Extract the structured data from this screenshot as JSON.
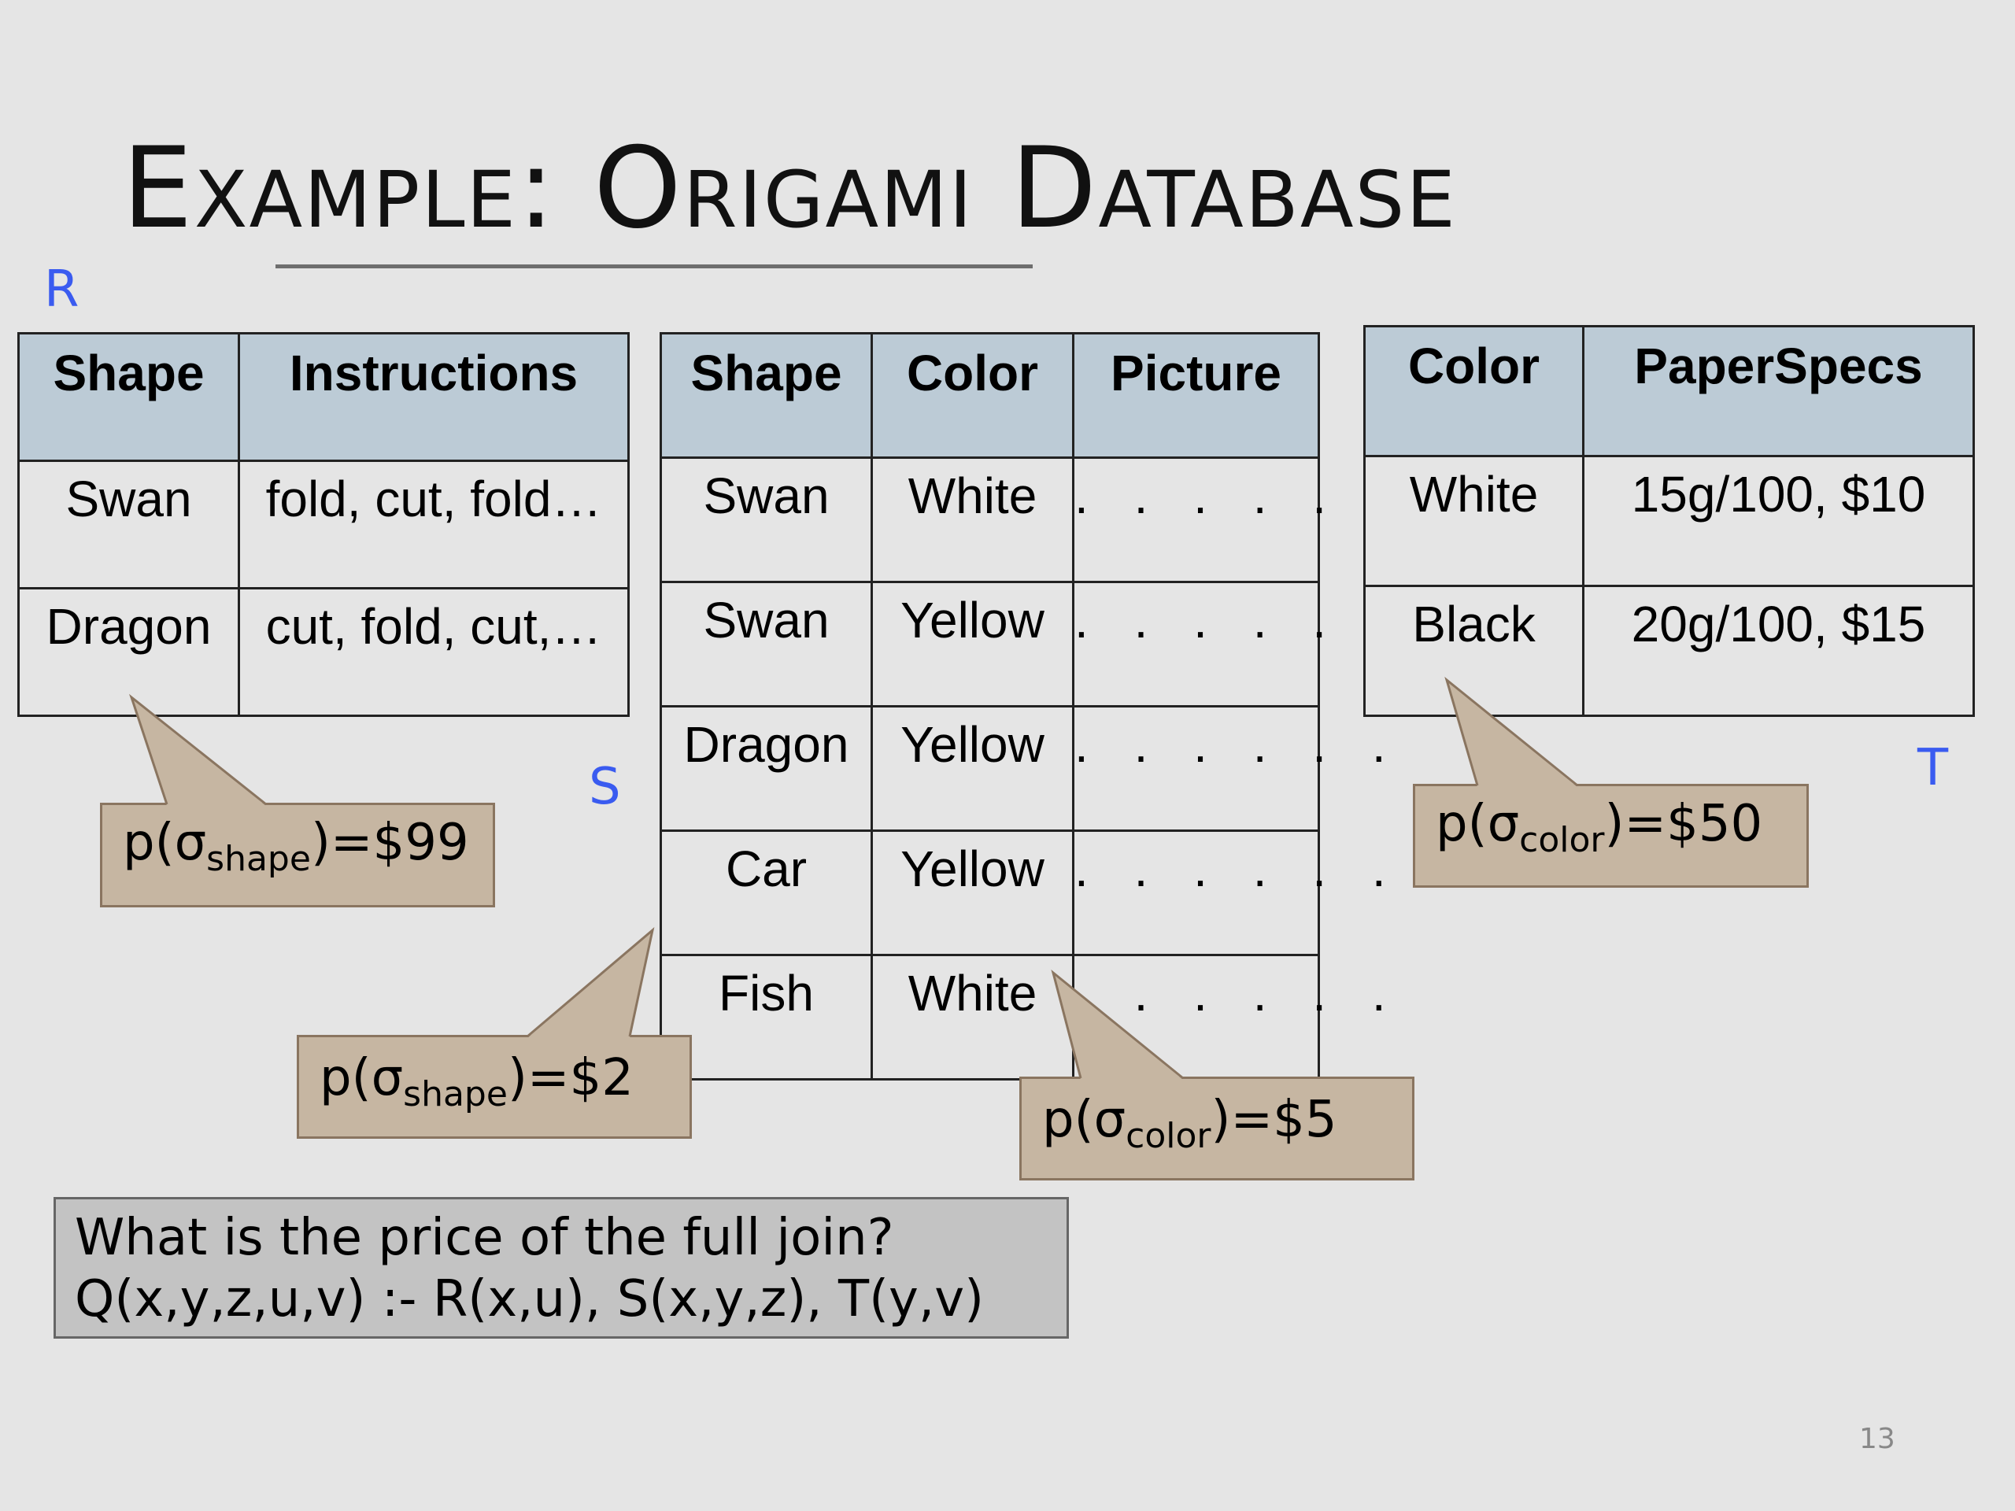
{
  "slide": {
    "title": "Example: Origami Database",
    "page_number": "13"
  },
  "relations": {
    "R": {
      "label": "R",
      "headers": [
        "Shape",
        "Instructions"
      ],
      "rows": [
        [
          "Swan",
          "fold, cut, fold…"
        ],
        [
          "Dragon",
          "cut, fold, cut,…"
        ]
      ]
    },
    "S": {
      "label": "S",
      "headers": [
        "Shape",
        "Color",
        "Picture"
      ],
      "rows": [
        [
          "Swan",
          "White",
          ". . . . . ."
        ],
        [
          "Swan",
          "Yellow",
          ". . . . . ."
        ],
        [
          "Dragon",
          "Yellow",
          ". . . . . ."
        ],
        [
          "Car",
          "Yellow",
          ". . . . . ."
        ],
        [
          "Fish",
          "White",
          ". . . . . ."
        ]
      ]
    },
    "T": {
      "label": "T",
      "headers": [
        "Color",
        "PaperSpecs"
      ],
      "rows": [
        [
          "White",
          "15g/100, $10"
        ],
        [
          "Black",
          "20g/100, $15"
        ]
      ]
    }
  },
  "callouts": {
    "r_shape": {
      "prefix": "p(σ",
      "sub": "shape",
      "suffix": ")=$99"
    },
    "s_shape": {
      "prefix": "p(σ",
      "sub": "shape",
      "suffix": ")=$2"
    },
    "s_color": {
      "prefix": "p(σ",
      "sub": "color",
      "suffix": ")=$5"
    },
    "t_color": {
      "prefix": "p(σ",
      "sub": "color",
      "suffix": ")=$50"
    }
  },
  "question": {
    "line1": "What is the price of the full join?",
    "line2": "Q(x,y,z,u,v) :- R(x,u), S(x,y,z), T(y,v)"
  },
  "colors": {
    "background": "#e5e5e5",
    "header_fill": "#bccbd6",
    "callout_fill": "#c6b6a2",
    "question_fill": "#c3c3c3",
    "relation_label": "#3a5bf0"
  }
}
